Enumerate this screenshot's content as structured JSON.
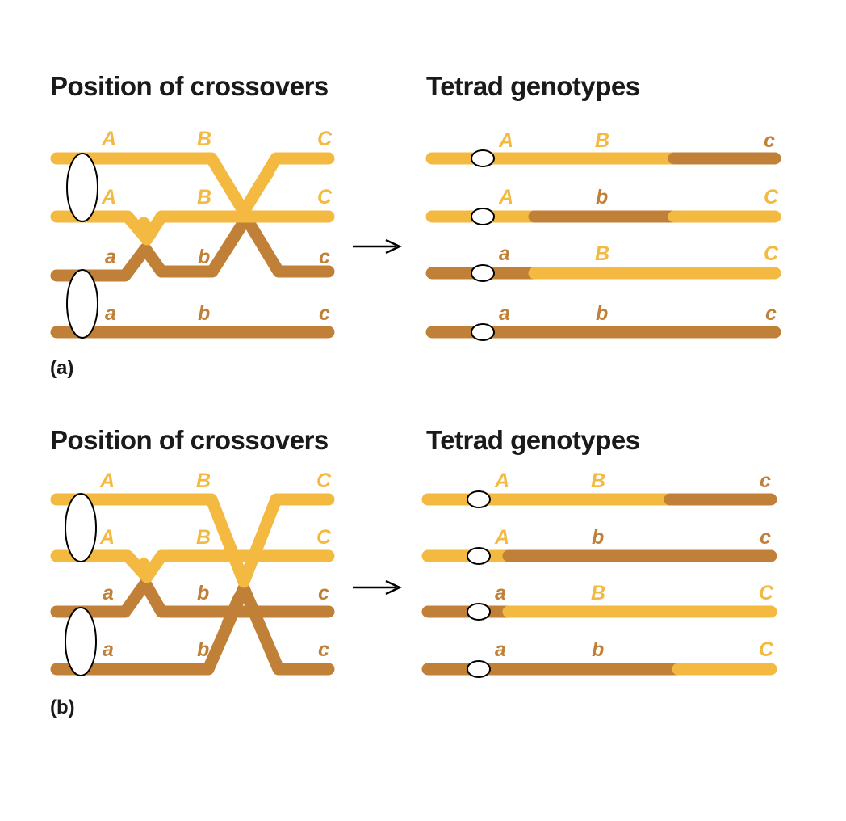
{
  "colors": {
    "light": "#F4B940",
    "dark": "#C08038",
    "outline": "#000000",
    "text": "#1a1a1a"
  },
  "panels": [
    {
      "label": "(a)",
      "left_title": "Position of crossovers",
      "right_title": "Tetrad genotypes",
      "left_strands": [
        [
          "A",
          "B",
          "C"
        ],
        [
          "A",
          "B",
          "C"
        ],
        [
          "a",
          "b",
          "c"
        ],
        [
          "a",
          "b",
          "c"
        ]
      ],
      "arrow": "→",
      "right_strands": [
        [
          "A",
          "B",
          "c"
        ],
        [
          "A",
          "b",
          "C"
        ],
        [
          "a",
          "B",
          "C"
        ],
        [
          "a",
          "b",
          "c"
        ]
      ]
    },
    {
      "label": "(b)",
      "left_title": "Position of crossovers",
      "right_title": "Tetrad genotypes",
      "left_strands": [
        [
          "A",
          "B",
          "C"
        ],
        [
          "A",
          "B",
          "C"
        ],
        [
          "a",
          "b",
          "c"
        ],
        [
          "a",
          "b",
          "c"
        ]
      ],
      "arrow": "→",
      "right_strands": [
        [
          "A",
          "B",
          "c"
        ],
        [
          "A",
          "b",
          "c"
        ],
        [
          "a",
          "B",
          "C"
        ],
        [
          "a",
          "b",
          "C"
        ]
      ]
    }
  ]
}
